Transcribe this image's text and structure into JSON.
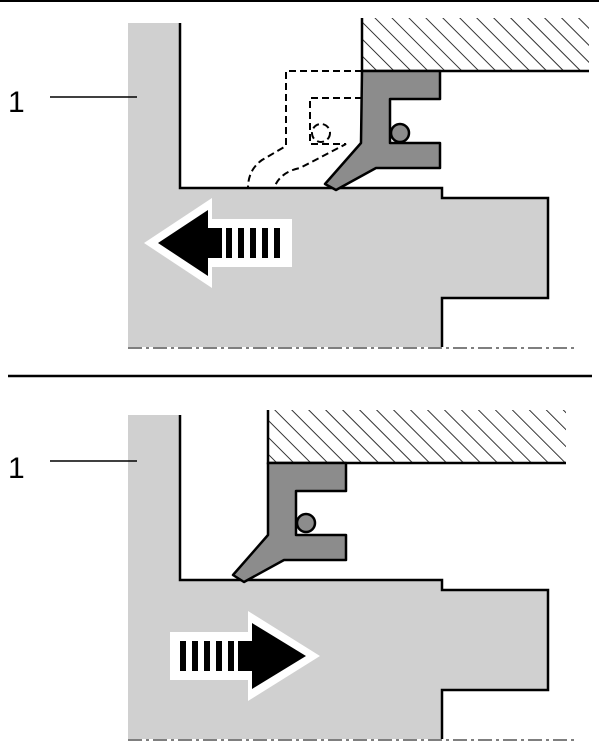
{
  "colors": {
    "shaft": "#d0d0d0",
    "seal": "#8c8c8c",
    "outline": "#000000",
    "hatch": "#000000",
    "background": "#ffffff"
  },
  "panels": [
    {
      "id": "top",
      "part_label": "1",
      "motion": "left",
      "shows_deflected_seal_outline": true
    },
    {
      "id": "bottom",
      "part_label": "1",
      "motion": "right",
      "shows_deflected_seal_outline": false
    }
  ]
}
